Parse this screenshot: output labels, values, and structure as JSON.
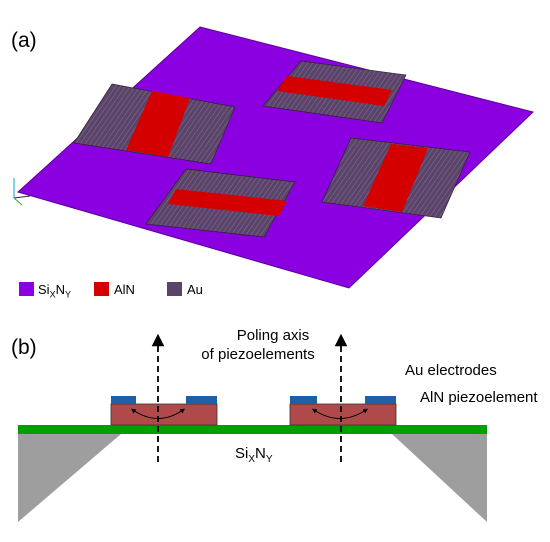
{
  "figure": {
    "panel_a": {
      "label": "(a)",
      "legend": [
        {
          "base": "Si",
          "sub1": "X",
          "mid": "N",
          "sub2": "Y",
          "color": "#8B00E0"
        },
        {
          "text": "AlN",
          "color": "#D40000"
        },
        {
          "text": "Au",
          "color": "#5A4468"
        }
      ]
    },
    "panel_b": {
      "label": "(b)",
      "poling_line1": "Poling axis",
      "poling_line2": "of piezoelements",
      "au_electrodes": "Au electrodes",
      "aln_piezo": "AlN piezoelement",
      "substrate": {
        "base": "Si",
        "sub1": "X",
        "mid": "N",
        "sub2": "Y"
      }
    }
  },
  "colors": {
    "sinx": "#8B00E0",
    "aln": "#D40000",
    "au": "#5A4468",
    "green_layer": "#00A000",
    "au_blue": "#1F5FA8",
    "aln_brown": "#B04A4A",
    "support_gray": "#9E9E9E"
  }
}
